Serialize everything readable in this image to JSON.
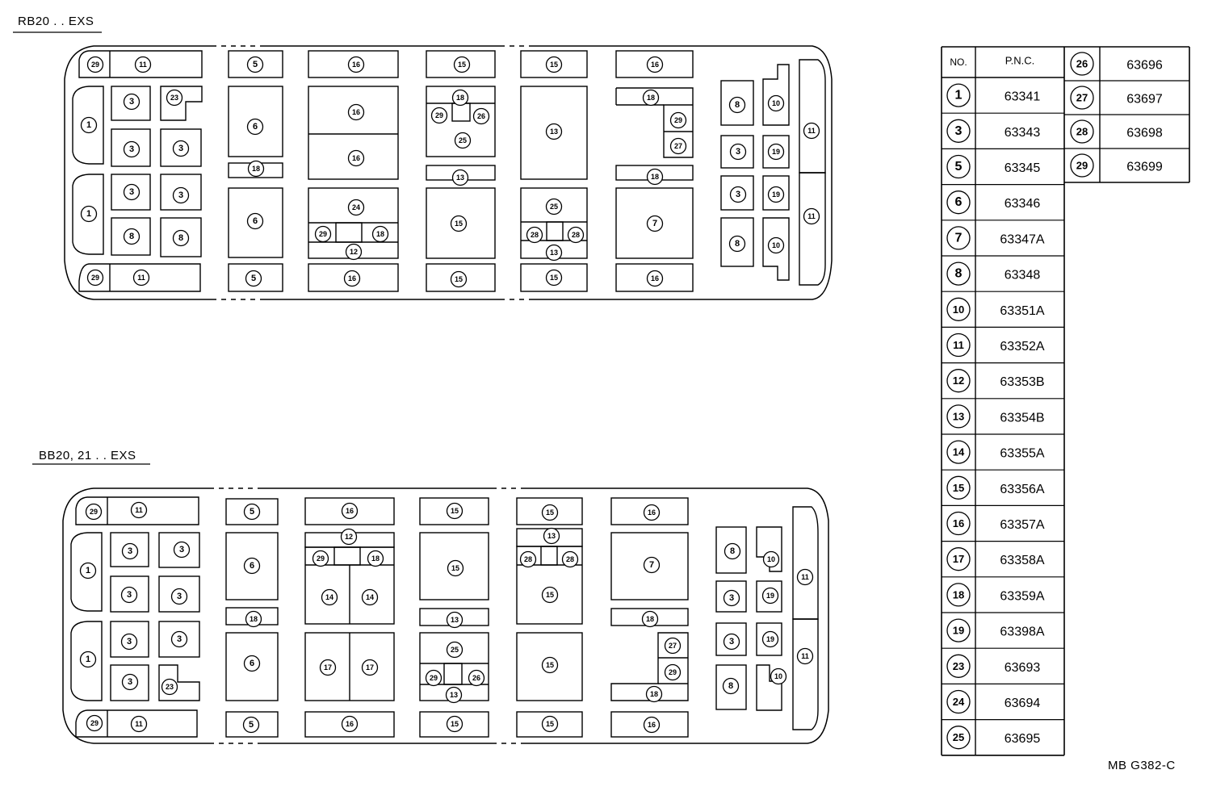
{
  "diagrams": [
    {
      "title": "RB20 . . EXS",
      "parts": [
        {
          "no": 29
        },
        {
          "no": 11
        },
        {
          "no": 5
        },
        {
          "no": 16
        },
        {
          "no": 15
        },
        {
          "no": 15
        },
        {
          "no": 16
        },
        {
          "no": 1
        },
        {
          "no": 3
        },
        {
          "no": 23
        },
        {
          "no": 3
        },
        {
          "no": 3
        },
        {
          "no": 6
        },
        {
          "no": 18
        },
        {
          "no": 16
        },
        {
          "no": 16
        },
        {
          "no": 18
        },
        {
          "no": 29
        },
        {
          "no": 26
        },
        {
          "no": 25
        },
        {
          "no": 13
        },
        {
          "no": 13
        },
        {
          "no": 18
        },
        {
          "no": 29
        },
        {
          "no": 27
        },
        {
          "no": 18
        },
        {
          "no": 8
        },
        {
          "no": 10
        },
        {
          "no": 3
        },
        {
          "no": 19
        },
        {
          "no": 11
        },
        {
          "no": 1
        },
        {
          "no": 3
        },
        {
          "no": 3
        },
        {
          "no": 8
        },
        {
          "no": 8
        },
        {
          "no": 6
        },
        {
          "no": 24
        },
        {
          "no": 29
        },
        {
          "no": 18
        },
        {
          "no": 12
        },
        {
          "no": 15
        },
        {
          "no": 25
        },
        {
          "no": 28
        },
        {
          "no": 28
        },
        {
          "no": 13
        },
        {
          "no": 7
        },
        {
          "no": 3
        },
        {
          "no": 19
        },
        {
          "no": 8
        },
        {
          "no": 10
        },
        {
          "no": 11
        },
        {
          "no": 29
        },
        {
          "no": 11
        },
        {
          "no": 5
        },
        {
          "no": 16
        },
        {
          "no": 15
        },
        {
          "no": 15
        },
        {
          "no": 16
        }
      ]
    },
    {
      "title": "BB20, 21 . . EXS",
      "parts": [
        {
          "no": 29
        },
        {
          "no": 11
        },
        {
          "no": 5
        },
        {
          "no": 16
        },
        {
          "no": 15
        },
        {
          "no": 15
        },
        {
          "no": 16
        },
        {
          "no": 12
        },
        {
          "no": 13
        },
        {
          "no": 1
        },
        {
          "no": 3
        },
        {
          "no": 3
        },
        {
          "no": 6
        },
        {
          "no": 29
        },
        {
          "no": 18
        },
        {
          "no": 15
        },
        {
          "no": 28
        },
        {
          "no": 28
        },
        {
          "no": 7
        },
        {
          "no": 8
        },
        {
          "no": 10
        },
        {
          "no": 11
        },
        {
          "no": 3
        },
        {
          "no": 3
        },
        {
          "no": 14
        },
        {
          "no": 14
        },
        {
          "no": 15
        },
        {
          "no": 3
        },
        {
          "no": 19
        },
        {
          "no": 18
        },
        {
          "no": 13
        },
        {
          "no": 18
        },
        {
          "no": 1
        },
        {
          "no": 3
        },
        {
          "no": 3
        },
        {
          "no": 25
        },
        {
          "no": 27
        },
        {
          "no": 3
        },
        {
          "no": 19
        },
        {
          "no": 11
        },
        {
          "no": 6
        },
        {
          "no": 17
        },
        {
          "no": 17
        },
        {
          "no": 15
        },
        {
          "no": 29
        },
        {
          "no": 3
        },
        {
          "no": 23
        },
        {
          "no": 29
        },
        {
          "no": 26
        },
        {
          "no": 13
        },
        {
          "no": 18
        },
        {
          "no": 8
        },
        {
          "no": 10
        },
        {
          "no": 29
        },
        {
          "no": 11
        },
        {
          "no": 5
        },
        {
          "no": 16
        },
        {
          "no": 15
        },
        {
          "no": 15
        },
        {
          "no": 16
        }
      ]
    }
  ],
  "parts_table": {
    "headers": {
      "no": "NO.",
      "pnc": "P.N.C."
    },
    "rows": [
      {
        "no": 1,
        "pnc": "63341"
      },
      {
        "no": 3,
        "pnc": "63343"
      },
      {
        "no": 5,
        "pnc": "63345"
      },
      {
        "no": 6,
        "pnc": "63346"
      },
      {
        "no": 7,
        "pnc": "63347A"
      },
      {
        "no": 8,
        "pnc": "63348"
      },
      {
        "no": 10,
        "pnc": "63351A"
      },
      {
        "no": 11,
        "pnc": "63352A"
      },
      {
        "no": 12,
        "pnc": "63353B"
      },
      {
        "no": 13,
        "pnc": "63354B"
      },
      {
        "no": 14,
        "pnc": "63355A"
      },
      {
        "no": 15,
        "pnc": "63356A"
      },
      {
        "no": 16,
        "pnc": "63357A"
      },
      {
        "no": 17,
        "pnc": "63358A"
      },
      {
        "no": 18,
        "pnc": "63359A"
      },
      {
        "no": 19,
        "pnc": "63398A"
      },
      {
        "no": 23,
        "pnc": "63693"
      },
      {
        "no": 24,
        "pnc": "63694"
      },
      {
        "no": 25,
        "pnc": "63695"
      }
    ],
    "extra_rows": [
      {
        "no": 26,
        "pnc": "63696"
      },
      {
        "no": 27,
        "pnc": "63697"
      },
      {
        "no": 28,
        "pnc": "63698"
      },
      {
        "no": 29,
        "pnc": "63699"
      }
    ]
  },
  "figure_code": "MB G382-C"
}
